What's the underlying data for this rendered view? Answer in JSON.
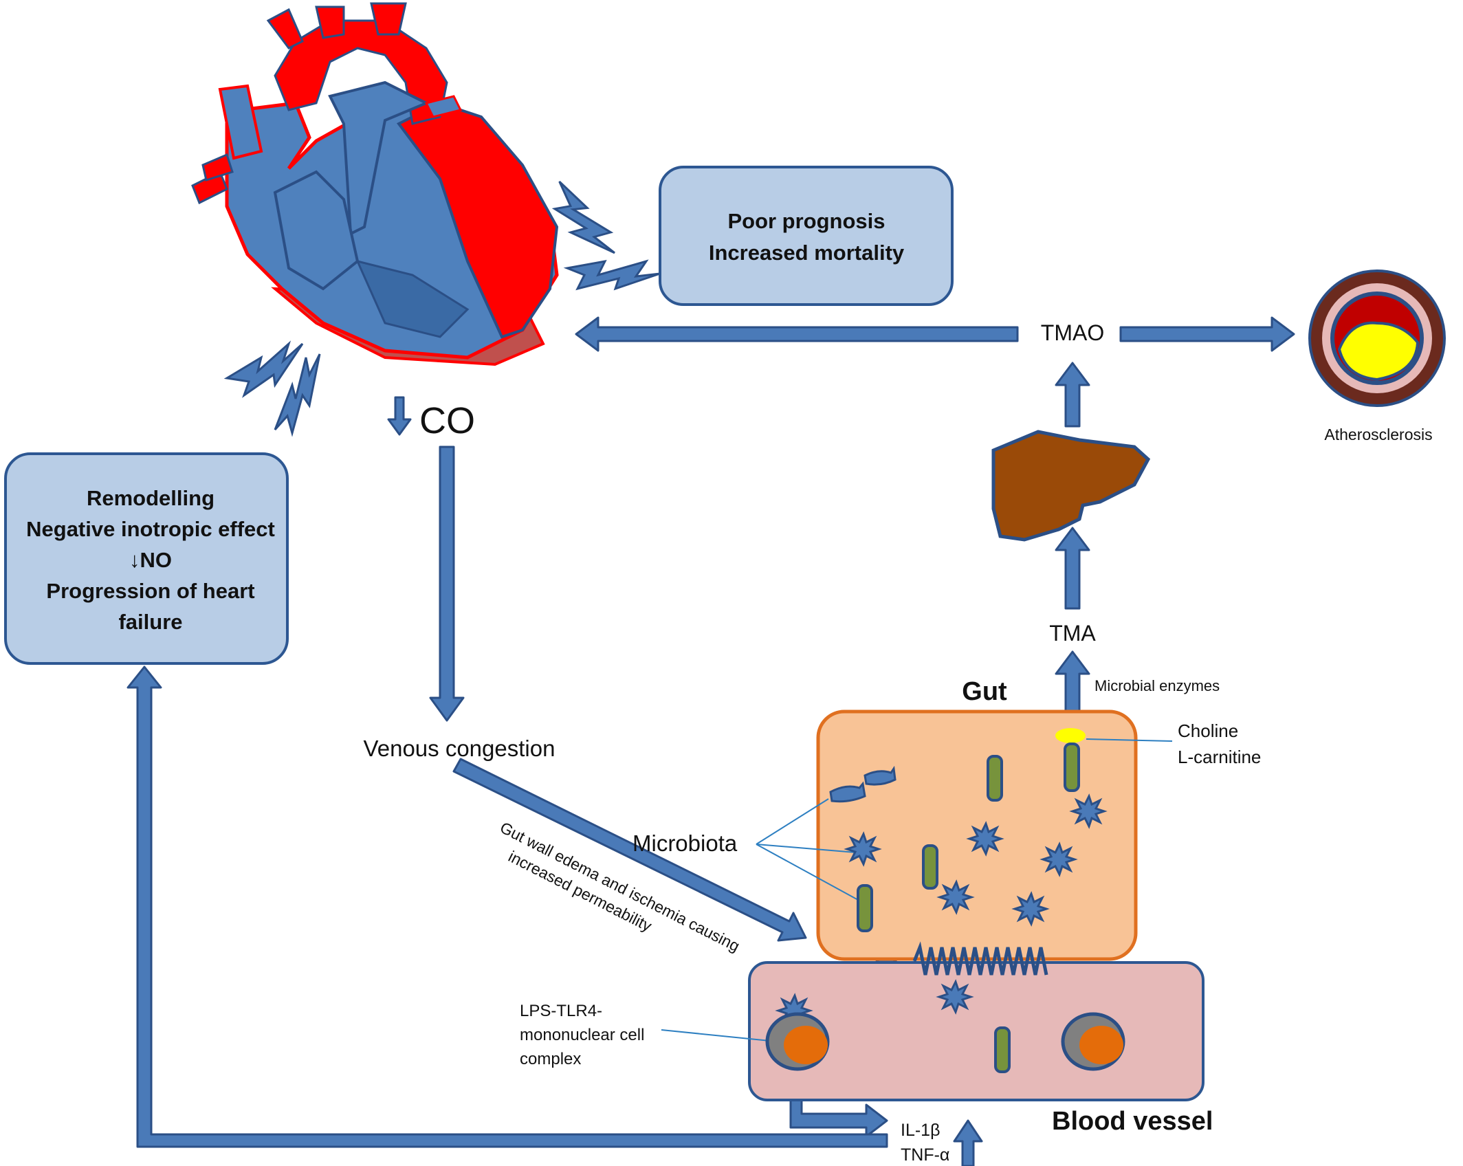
{
  "colors": {
    "arrow_fill": "#4a7ab8",
    "arrow_stroke": "#2b4f86",
    "box_fill": "#b8cde6",
    "box_stroke": "#2d5792",
    "heart_red": "#ff0000",
    "heart_blue": "#4f81bd",
    "gut_fill": "#f8c396",
    "gut_stroke": "#e07020",
    "vessel_fill": "#e6b9b8",
    "vessel_stroke": "#2d5792",
    "liver_fill": "#9a4a08",
    "bacteria_green": "#77933c",
    "cell_orange": "#e46c0a",
    "plaque_yellow": "#ffff00",
    "artery_lumen": "#c00000"
  },
  "boxes": {
    "prognosis": {
      "line1": "Poor prognosis",
      "line2": "Increased mortality"
    },
    "remodelling": {
      "line1": "Remodelling",
      "line2": "Negative inotropic effect",
      "line3": "↓NO",
      "line4": "Progression of heart",
      "line5": "failure"
    }
  },
  "labels": {
    "co": "CO",
    "tmao": "TMAO",
    "tma": "TMA",
    "atherosclerosis": "Atherosclerosis",
    "venous_congestion": "Venous congestion",
    "gut": "Gut",
    "microbial_enzymes": "Microbial enzymes",
    "choline": "Choline",
    "l_carnitine": "L-carnitine",
    "microbiota": "Microbiota",
    "gut_wall_line1": "Gut wall edema and ischemia causing",
    "gut_wall_line2": "increased permeability",
    "lps_line1": "LPS-TLR4-",
    "lps_line2": "mononuclear  cell",
    "lps_line3": "complex",
    "blood_vessel": "Blood vessel",
    "il1b": "IL-1β",
    "tnfa": "TNF-α"
  },
  "icons": {
    "heart": "heart-icon",
    "liver": "liver-icon",
    "artery": "artery-cross-section-icon",
    "lightning": "lightning-bolt-icon",
    "bacteria": "bacteria-icon"
  }
}
